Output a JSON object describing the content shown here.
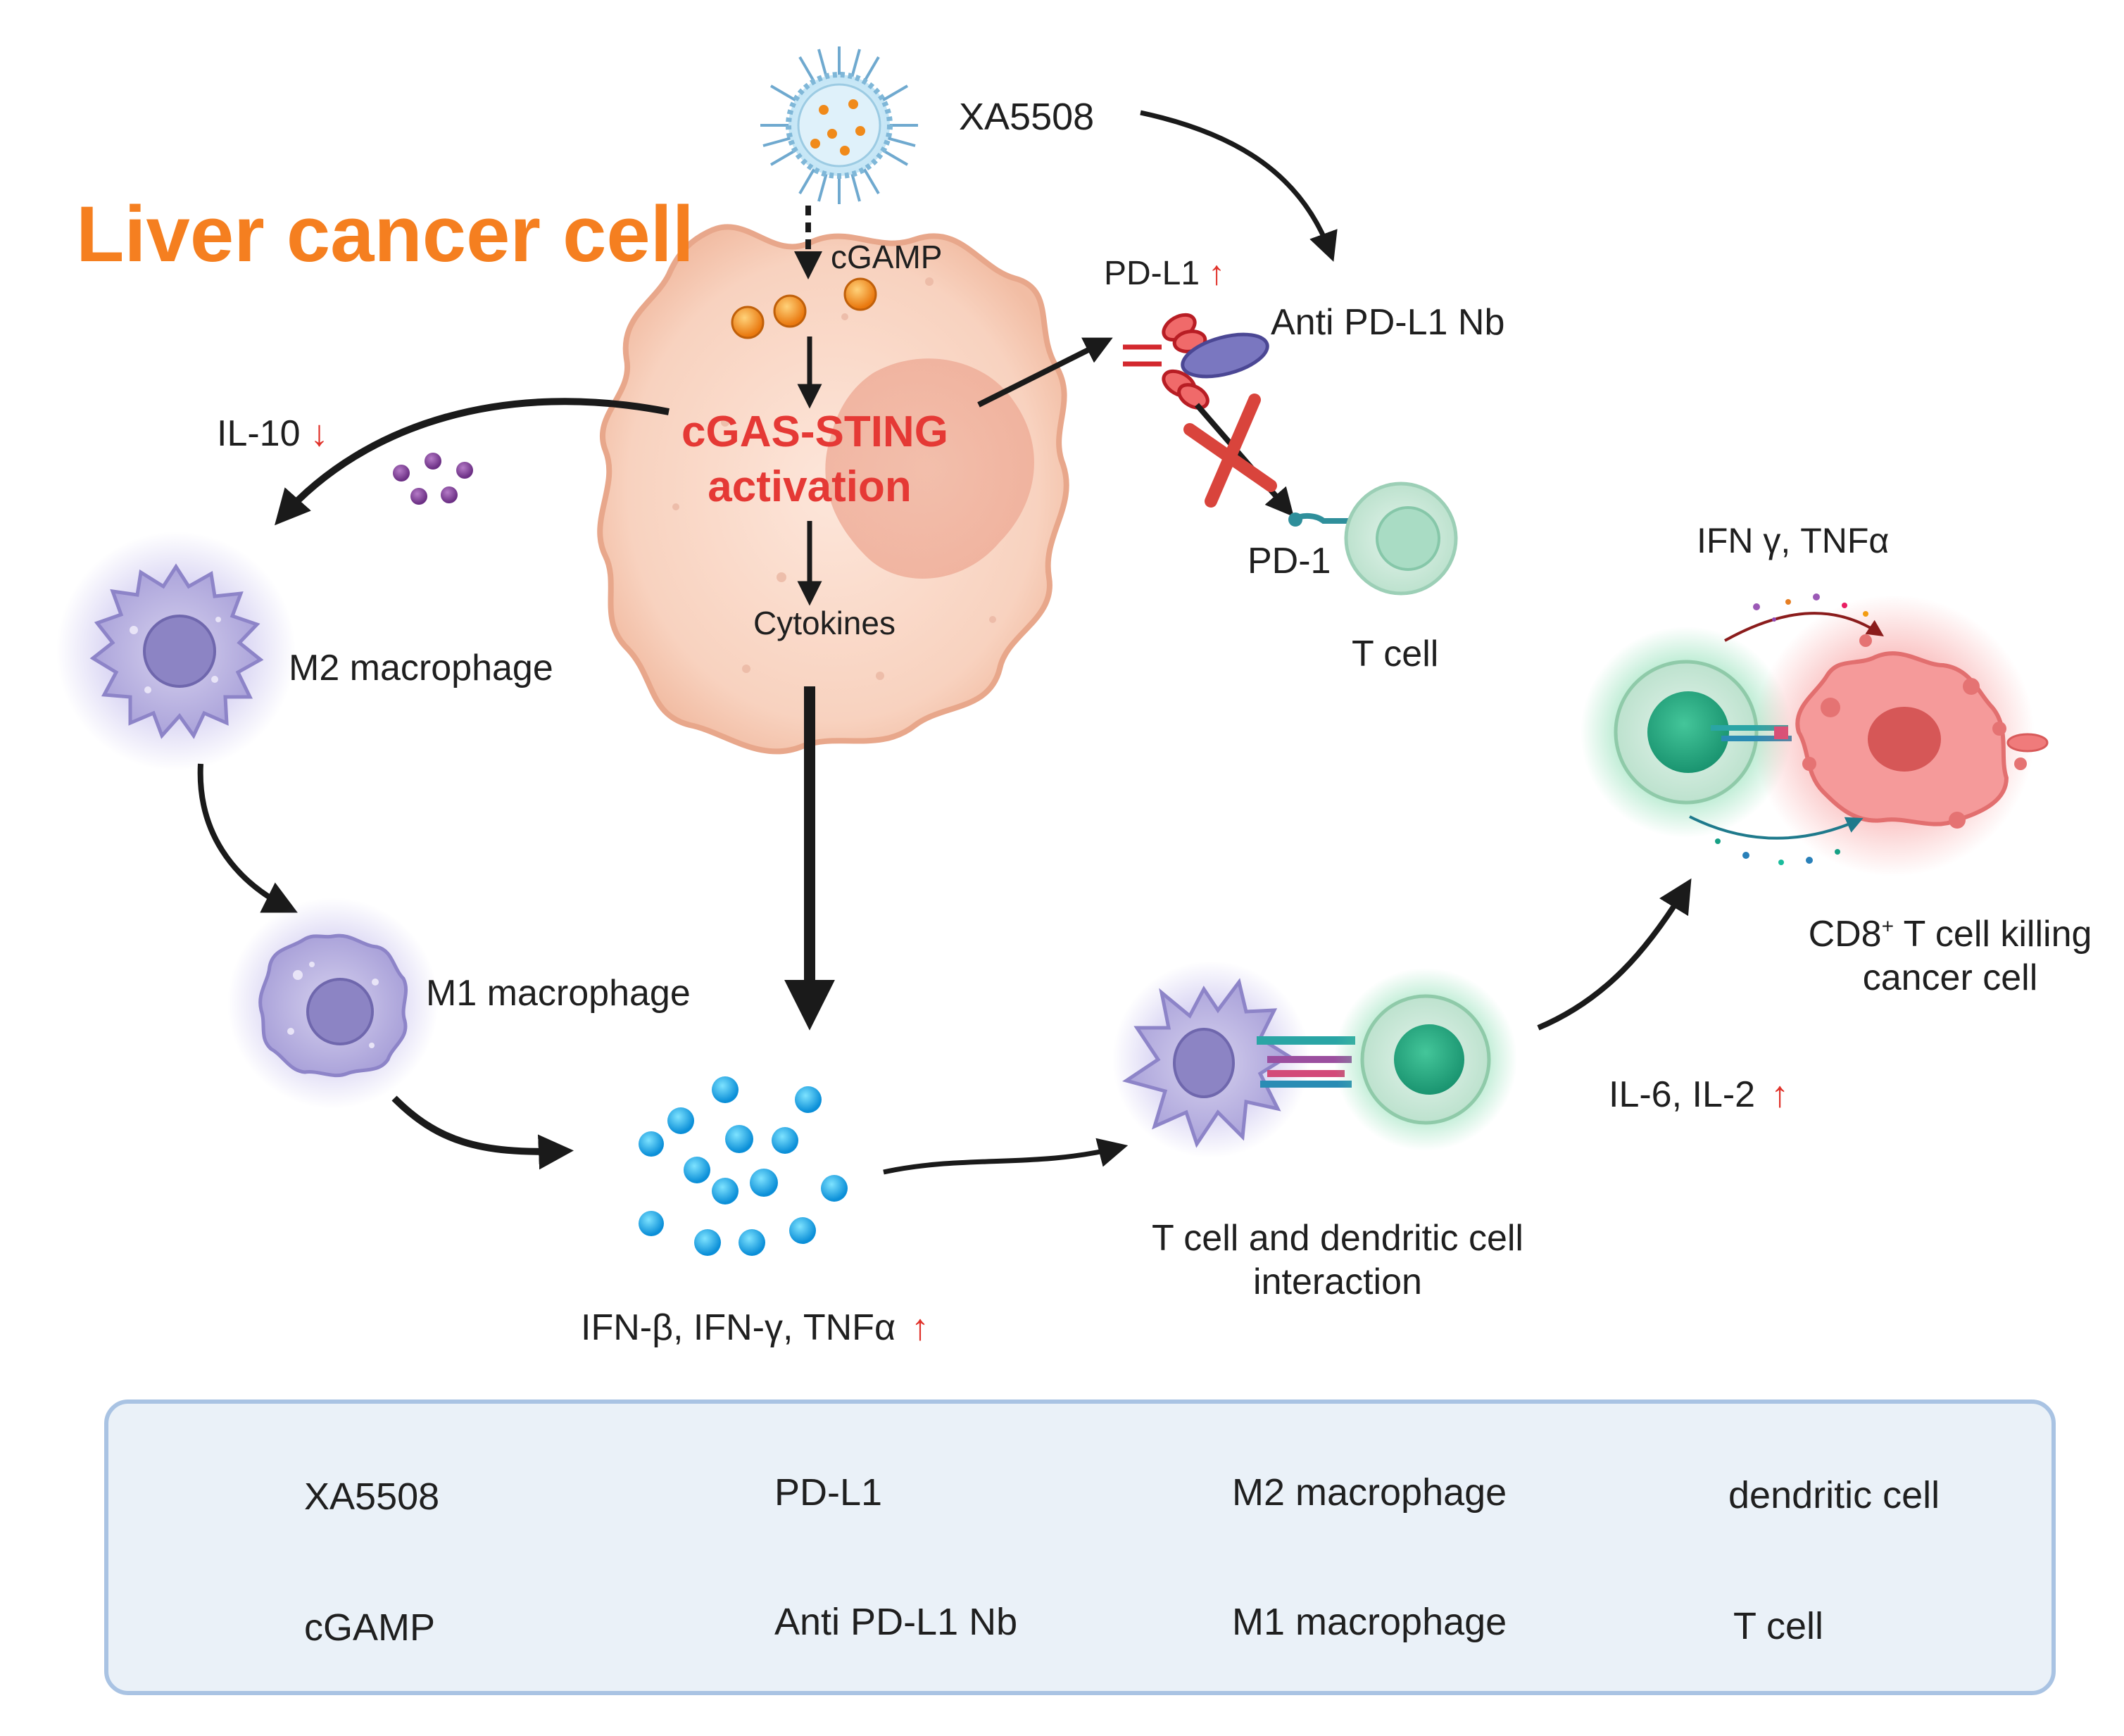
{
  "title": "Liver cancer cell",
  "labels": {
    "xa5508": "XA5508",
    "cgamp": "cGAMP",
    "pdl1": "PD-L1",
    "anti_pdl1": "Anti PD-L1 Nb",
    "il10": "IL-10",
    "cgas_line1": "cGAS-STING",
    "cgas_line2": "activation",
    "cytokines": "Cytokines",
    "pd1": "PD-1",
    "tcell": "T cell",
    "ifn_tnf": "IFN γ, TNFα",
    "m2": "M2 macrophage",
    "m1": "M1 macrophage",
    "ifn_beta": "IFN-β, IFN-γ, TNFα",
    "interaction_line1": "T cell and dendritic cell",
    "interaction_line2": "interaction",
    "il6": "IL-6, IL-2",
    "cd8_pre": "CD8",
    "cd8_sup": "+",
    "cd8_line1": " T cell killing",
    "cd8_line2": "cancer cell"
  },
  "arrows": {
    "up": "↑",
    "down": "↓"
  },
  "legend": {
    "xa5508": "XA5508",
    "pdl1": "PD-L1",
    "m2": "M2 macrophage",
    "dendritic": "dendritic cell",
    "cgamp": "cGAMP",
    "anti_pdl1": "Anti PD-L1 Nb",
    "m1": "M1 macrophage",
    "tcell": "T cell"
  },
  "colors": {
    "title": "#f57f20",
    "activation": "#e53935",
    "up_arrow": "#e0322a",
    "cancer_cell": "#f9d9c8",
    "macrophage": "#b7b0dc",
    "tcell": "#2bb38a",
    "cytokine": "#1ea6e8"
  }
}
